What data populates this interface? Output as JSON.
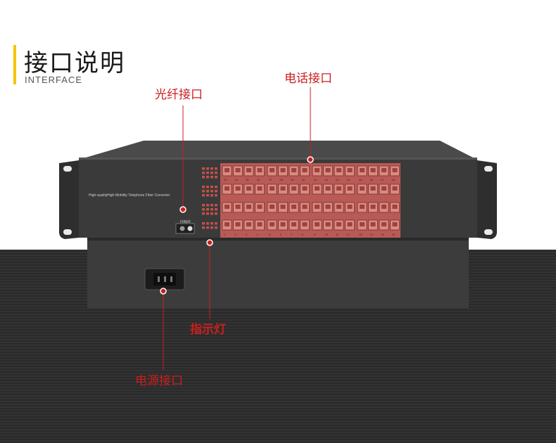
{
  "header": {
    "title": "接口说明",
    "subtitle": "INTERFACE"
  },
  "callouts": {
    "fiber_port": "光纤接口",
    "phone_port": "电话接口",
    "indicator": "指示灯",
    "power_port": "电源接口"
  },
  "device": {
    "model_text_1": "High-quality",
    "model_text_2": "High-Mobility Telephone Fiber Converter",
    "fiber_label": "FIBER",
    "row1_numbers": [
      "33",
      "34",
      "35",
      "36",
      "37",
      "38",
      "39",
      "40",
      "41",
      "42",
      "43",
      "44",
      "45",
      "46",
      "47",
      "48"
    ],
    "row4_numbers": [
      "1",
      "2",
      "3",
      "4",
      "5",
      "6",
      "7",
      "8",
      "9",
      "10",
      "11",
      "12",
      "13",
      "14",
      "15",
      "16"
    ]
  },
  "colors": {
    "accent": "#f5c400",
    "callout": "#cc1f1f",
    "port_fill": "#c9706a",
    "chassis": "#3b3b3b"
  }
}
